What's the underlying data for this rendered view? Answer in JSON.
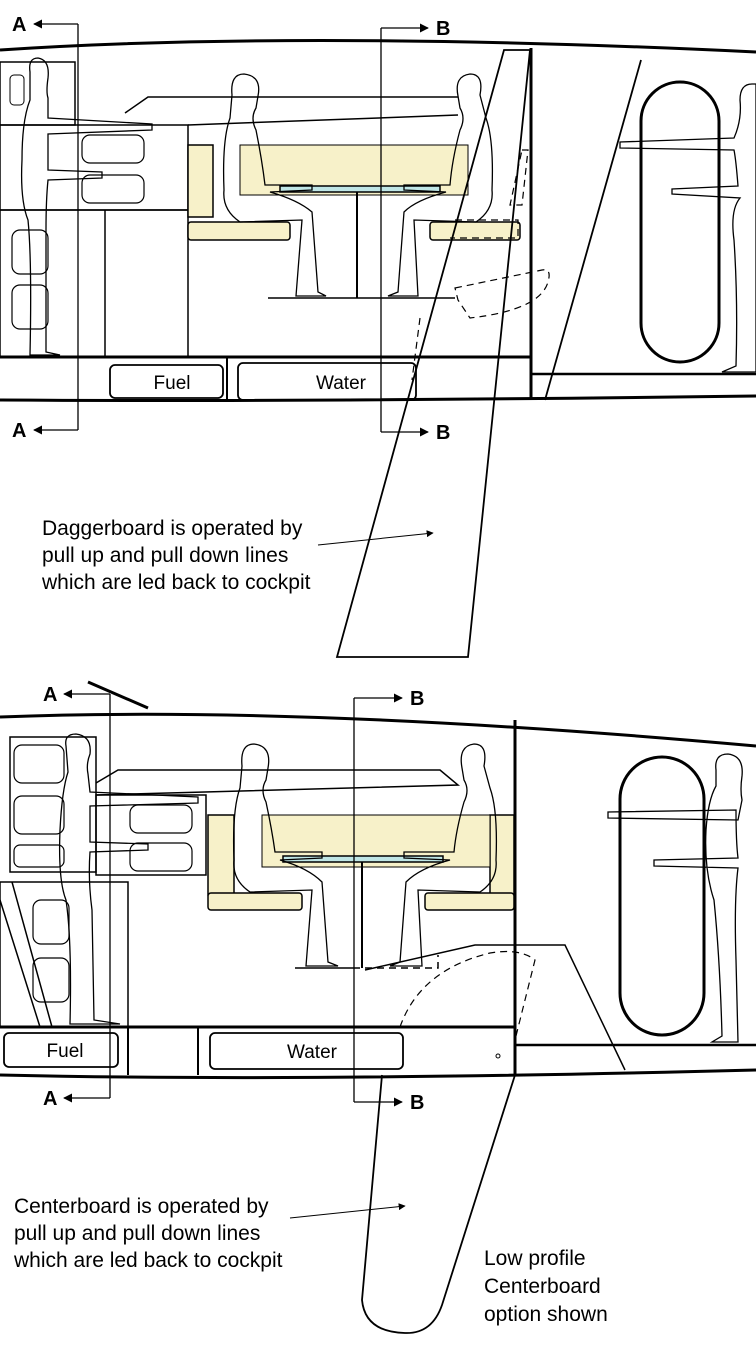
{
  "top": {
    "section_a_label": "A",
    "section_b_label": "B",
    "fuel_label": "Fuel",
    "water_label": "Water",
    "note_lines": [
      "Daggerboard is operated by",
      "pull up and pull down lines",
      "which are led back to cockpit"
    ]
  },
  "bottom": {
    "section_a_label": "A",
    "section_b_label": "B",
    "fuel_label": "Fuel",
    "water_label": "Water",
    "note_lines": [
      "Centerboard is operated by",
      "pull up and pull down lines",
      "which are led back to cockpit"
    ],
    "option_lines": [
      "Low profile",
      "Centerboard",
      "option shown"
    ]
  },
  "colors": {
    "seat": "#f7f1c9",
    "table": "#bfe6e6",
    "line": "#000000"
  }
}
